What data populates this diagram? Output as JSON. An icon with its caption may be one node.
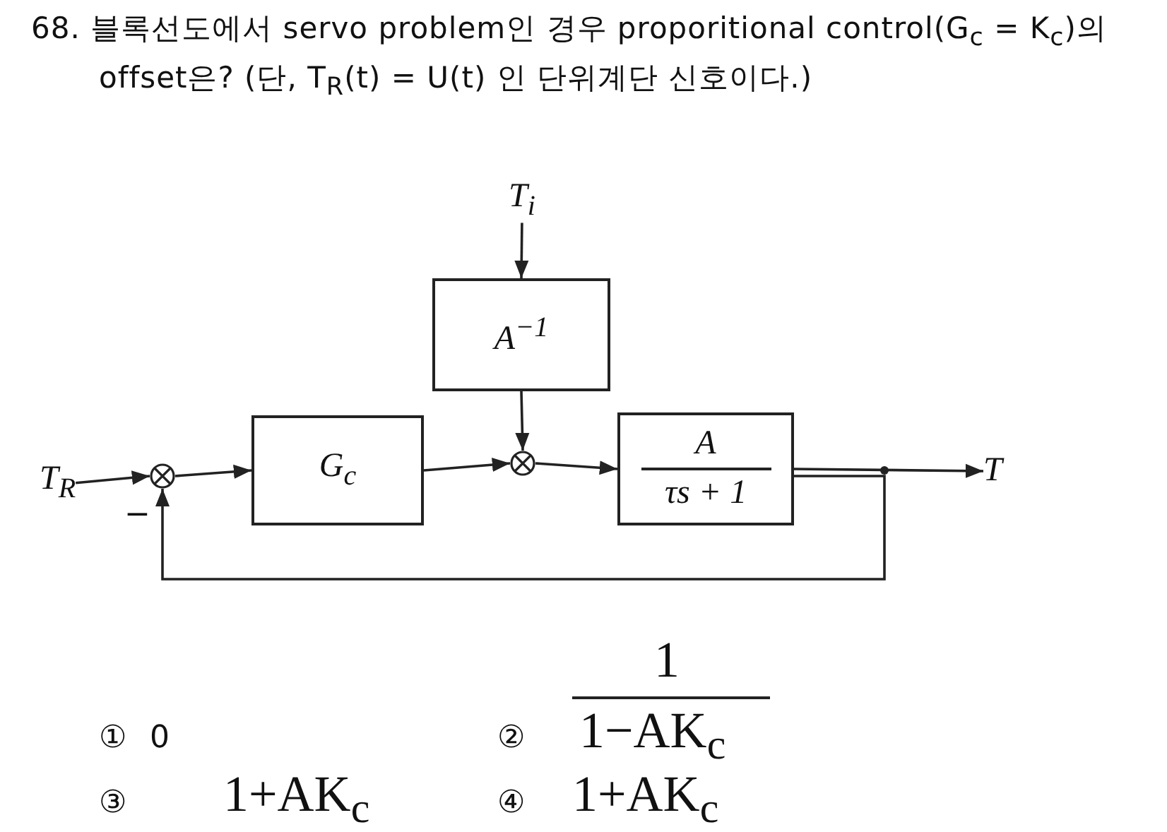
{
  "diagram": {
    "nodes": [
      {
        "text": [
          "T$_{R}$"
        ]
      },
      {
        "text": [],
        "shape": "circle"
      },
      {
        "text": [
          "G$_{c}$"
        ]
      },
      {
        "text": [
          "T$_{i}$"
        ]
      },
      {
        "text": [
          "A$^{−1}$"
        ]
      },
      {
        "text": [],
        "shape": "circle"
      },
      {
        "text": [
          "A",
          "τs + 1"
        ]
      },
      {
        "text": [
          "T"
        ]
      }
    ],
    "edges": [
      {
        "from": 0,
        "to": 1,
        "arrow": "to"
      },
      {
        "from": 1,
        "to": 2,
        "arrow": "to"
      },
      {
        "from": 2,
        "to": 5,
        "arrow": "to"
      },
      {
        "from": 3,
        "to": 4,
        "arrow": "to"
      },
      {
        "from": 4,
        "to": 5,
        "arrow": "to"
      },
      {
        "from": 5,
        "to": 6,
        "arrow": "to"
      },
      {
        "from": 6,
        "to": 7,
        "arrow": "to"
      },
      {
        "from": 6,
        "to": 1,
        "arrow": "to"
      }
    ],
    "labels": [
      "68. 블록선도에서 servo problem인 경우 proporitional control(G$_{c}$ = K$_{c}$)의 offset은? (단, T$_{R}$(t) = U(t) 인 단위계단 신호이다.)",
      "−",
      "①",
      "0",
      "②",
      "1",
      "1−AK$_{c}$",
      "③",
      "1+AK$_{c}$",
      "④",
      "1+AK$_{c}$"
    ]
  }
}
